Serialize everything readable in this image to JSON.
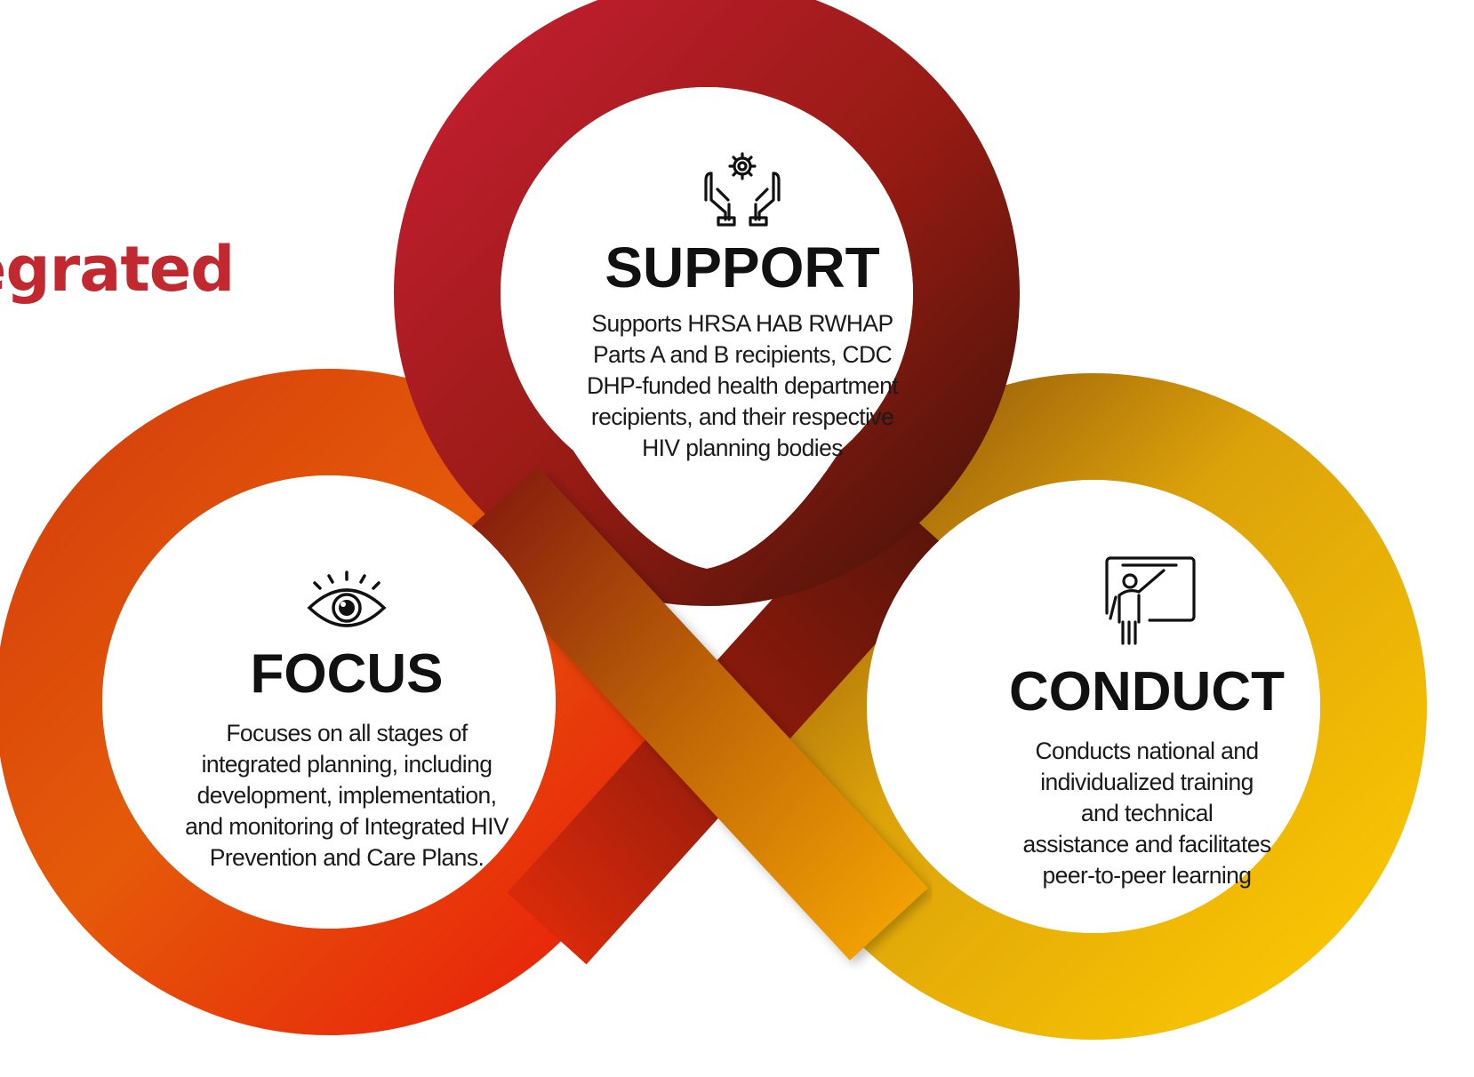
{
  "partial_title": "egrated",
  "nodes": {
    "support": {
      "heading": "SUPPORT",
      "icon": "hands-holding-gear-icon",
      "lines": [
        "Supports HRSA HAB RWHAP",
        "Parts A and B recipients, CDC",
        "DHP-funded health department",
        "recipients, and their respective",
        "HIV planning bodies"
      ]
    },
    "focus": {
      "heading": "FOCUS",
      "icon": "eye-icon",
      "lines": [
        "Focuses on all stages of",
        "integrated planning, including",
        "development, implementation,",
        "and monitoring of Integrated HIV",
        "Prevention and Care Plans."
      ]
    },
    "conduct": {
      "heading": "CONDUCT",
      "icon": "presenter-at-board-icon",
      "lines": [
        "Conducts national and",
        "individualized training",
        "and technical",
        "assistance and facilitates",
        "peer-to-peer learning"
      ]
    }
  },
  "colors": {
    "title": "#c1282f",
    "support_ring": [
      "#c11d2e",
      "#8f1a12",
      "#5a150a"
    ],
    "focus_ring": [
      "#d83a0a",
      "#e96b08",
      "#e8260a"
    ],
    "conduct_ring": [
      "#8a4d0a",
      "#e0a306",
      "#fbc402"
    ]
  }
}
